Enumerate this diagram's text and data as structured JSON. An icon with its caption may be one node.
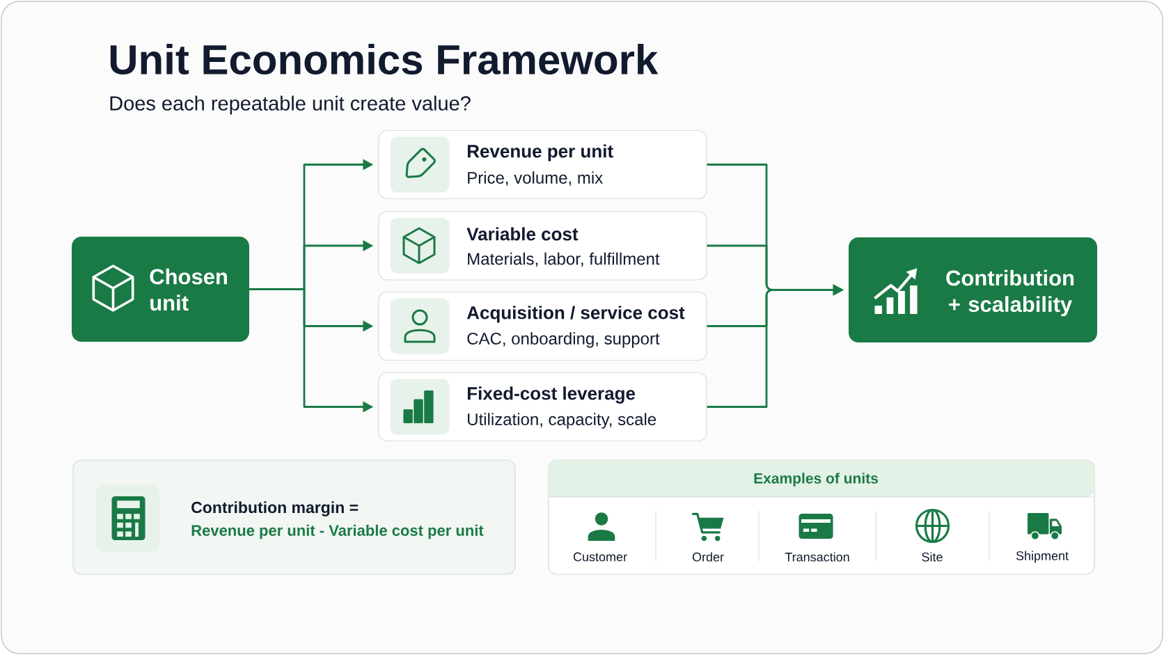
{
  "diagram": {
    "title": "Unit Economics Framework",
    "nodes": [
      {
        "text": [
          "Chosen unit"
        ]
      },
      {
        "text": [
          "Revenue per unit",
          "Price, volume, mix"
        ]
      },
      {
        "text": [
          "Variable cost",
          "Materials, labor, fulfillment"
        ]
      },
      {
        "text": [
          "Acquisition / service cost",
          "CAC, onboarding, support"
        ]
      },
      {
        "text": [
          "Fixed-cost leverage",
          "Utilization, capacity, scale"
        ]
      },
      {
        "text": [
          "Contribution + scalability"
        ]
      },
      {
        "text": [
          "Contribution margin =",
          "Revenue per unit - Variable cost per unit"
        ]
      },
      {
        "text": [
          "Examples of units",
          "Customer",
          "Order",
          "Transaction",
          "Site",
          "Shipment"
        ]
      }
    ],
    "edges": [
      {
        "from": 0,
        "to": 1,
        "arrow": "to"
      },
      {
        "from": 0,
        "to": 2,
        "arrow": "to"
      },
      {
        "from": 0,
        "to": 3,
        "arrow": "to"
      },
      {
        "from": 0,
        "to": 4,
        "arrow": "to"
      },
      {
        "from": 1,
        "to": 5,
        "arrow": "to"
      },
      {
        "from": 2,
        "to": 5,
        "arrow": "to"
      },
      {
        "from": 3,
        "to": 5,
        "arrow": "to"
      },
      {
        "from": 4,
        "to": 5,
        "arrow": "to"
      }
    ],
    "labels": [
      "Does each repeatable unit create value?"
    ]
  }
}
